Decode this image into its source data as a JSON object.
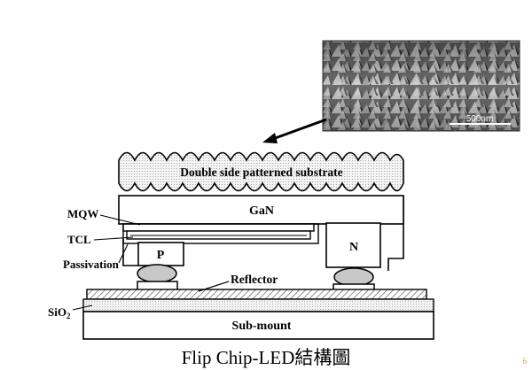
{
  "sem_image": {
    "scale_bar_label": "500nm"
  },
  "diagram": {
    "substrate_label": "Double side patterned substrate",
    "gan_label": "GaN",
    "p_contact": "P",
    "n_contact": "N",
    "reflector_label": "Reflector",
    "submount_label": "Sub-mount",
    "labels": {
      "mqw": "MQW",
      "tcl": "TCL",
      "passivation": "Passivation",
      "sio2_main": "SiO",
      "sio2_sub": "2"
    }
  },
  "caption": "Flip Chip-LED結構圖",
  "page_number": "6",
  "colors": {
    "substrate_fill": "#efefef",
    "line": "#000000",
    "page_number": "#c8a060"
  }
}
